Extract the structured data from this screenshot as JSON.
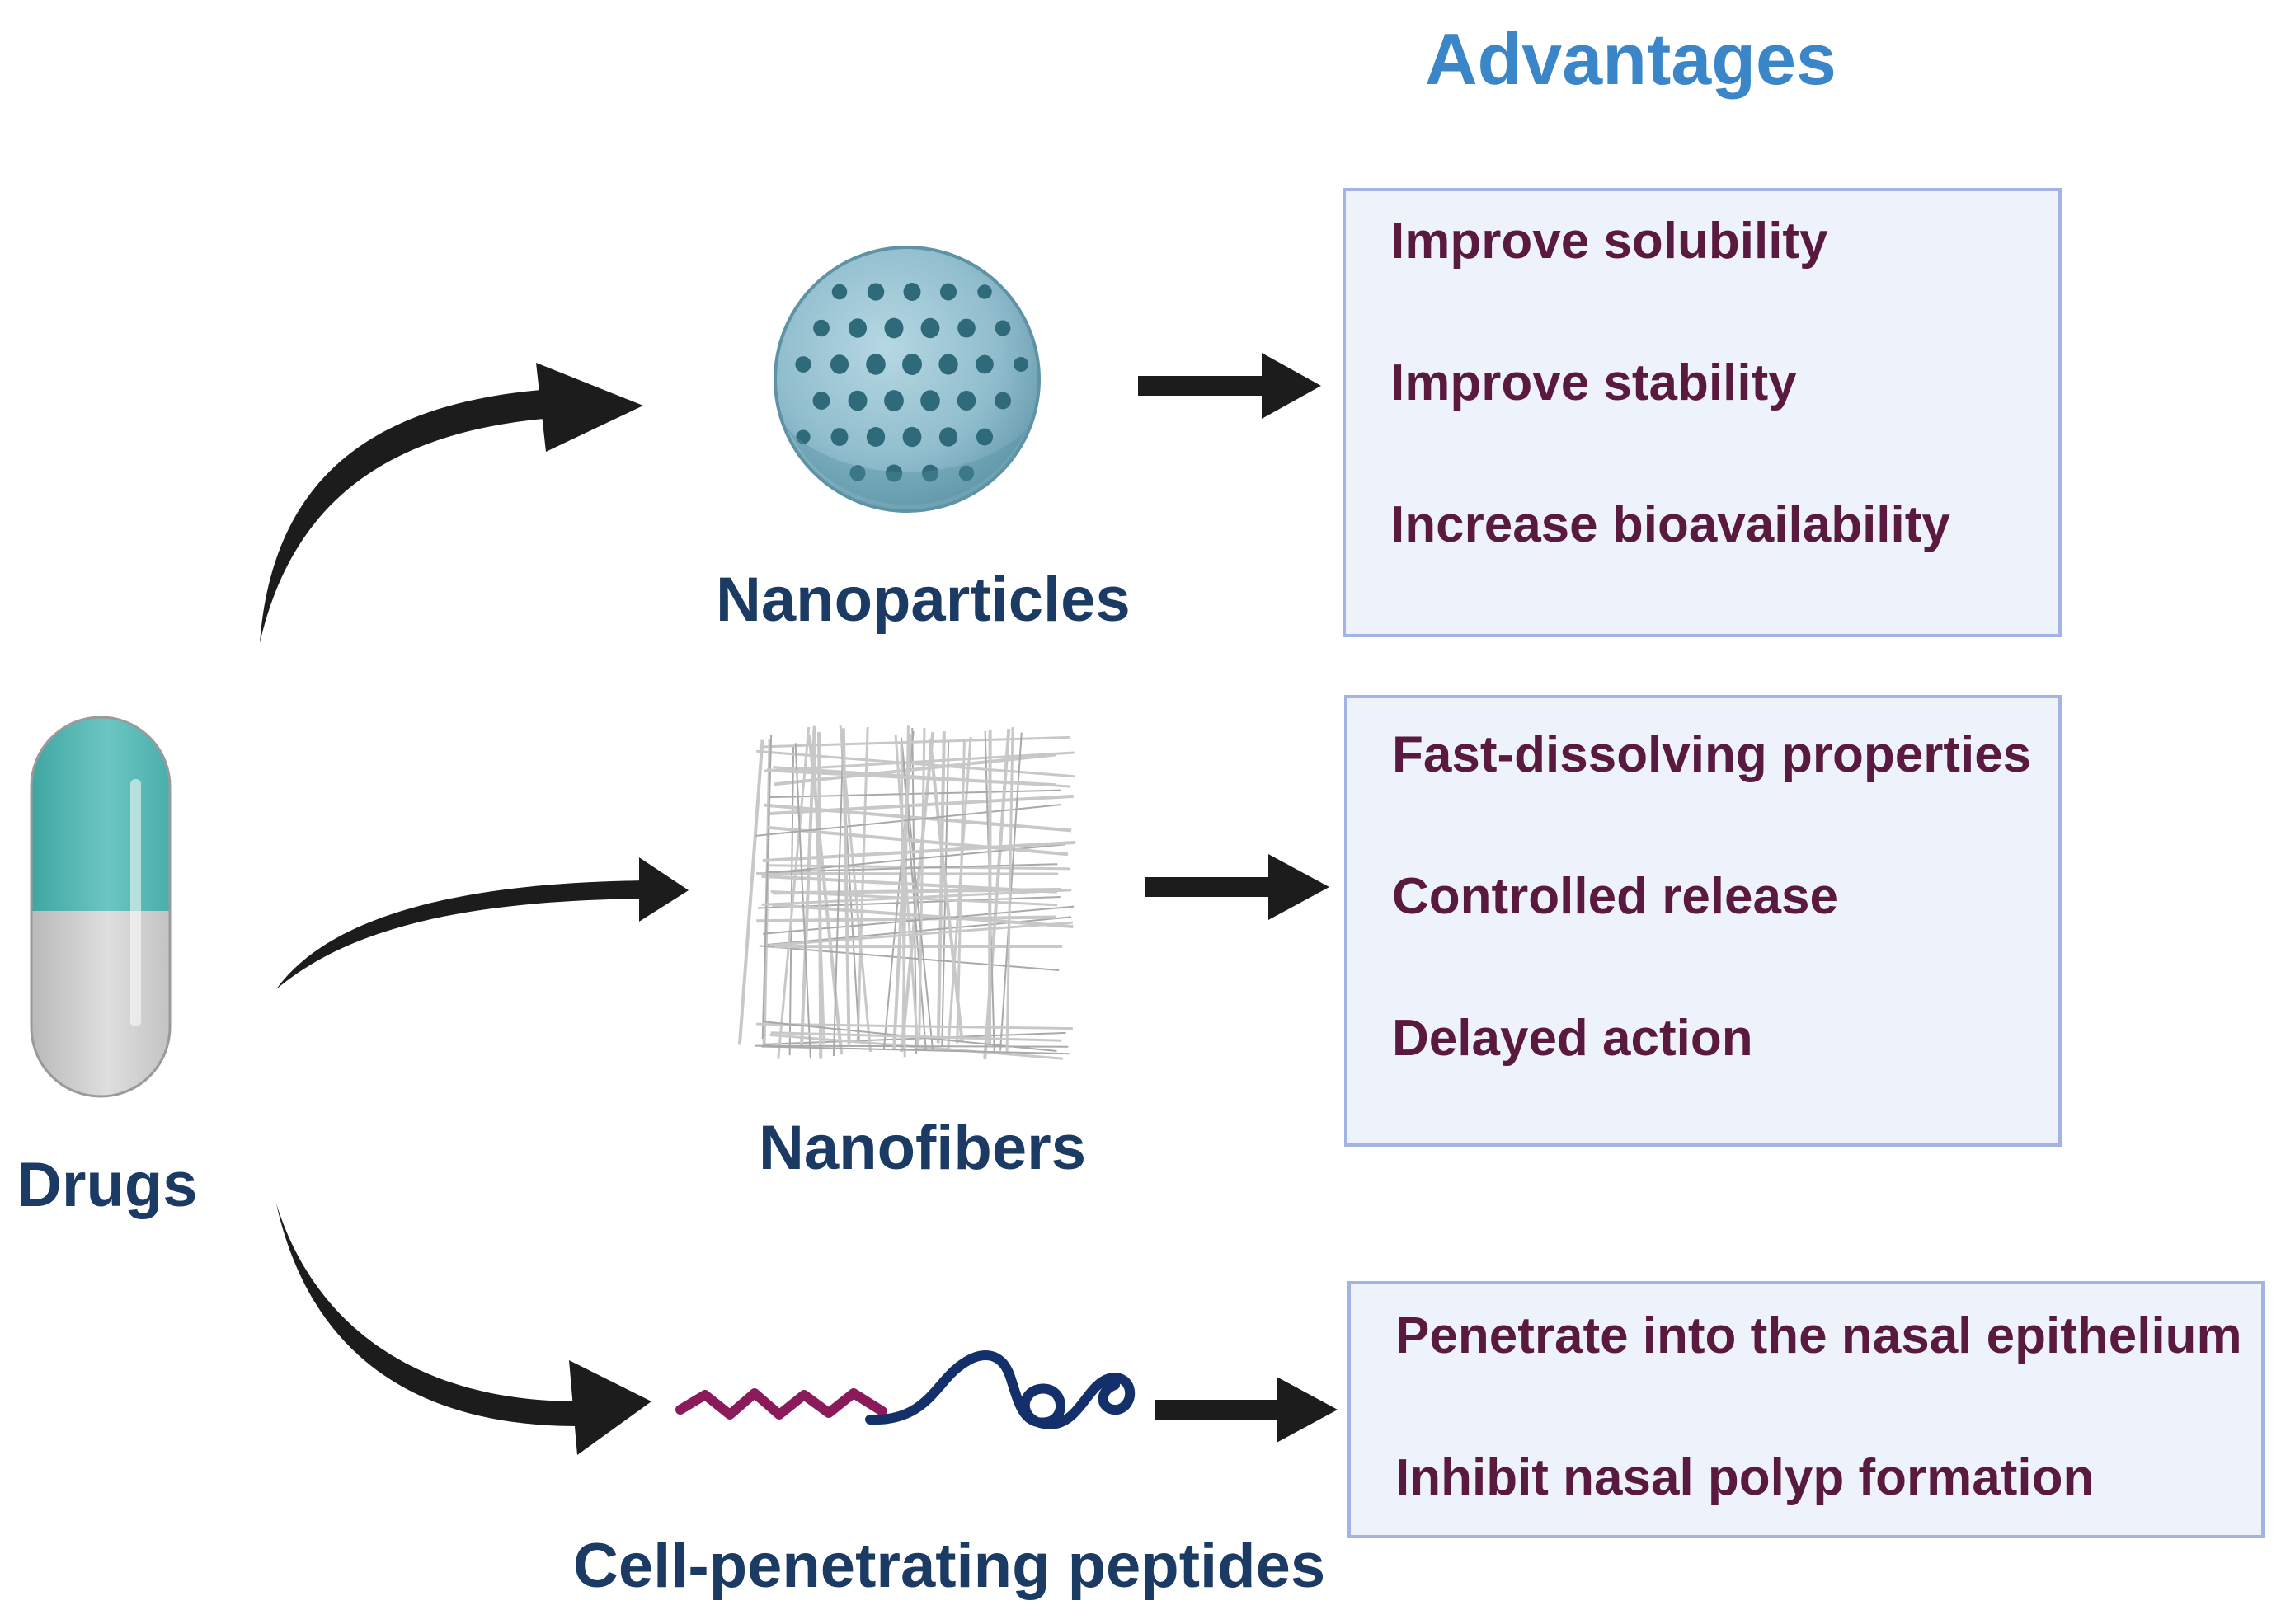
{
  "heading": "Advantages",
  "source_label": "Drugs",
  "carriers": [
    {
      "label": "Nanoparticles",
      "advantages": [
        "Improve solubility",
        "Improve stability",
        "Increase bioavailability"
      ]
    },
    {
      "label": "Nanofibers",
      "advantages": [
        "Fast-dissolving properties",
        "Controlled release",
        "Delayed action"
      ]
    },
    {
      "label": "Cell-penetrating peptides",
      "advantages": [
        "Penetrate into the nasal epithelium",
        "Inhibit nasal polyp formation"
      ]
    }
  ],
  "colors": {
    "label_text": "#1b3a64",
    "heading_text": "#3b86c8",
    "advantage_text": "#5a1a40",
    "box_fill": "#eef2fb",
    "box_border": "#a3b4e4",
    "arrow": "#222222",
    "capsule_teal": "#5dbdb9",
    "capsule_grey": "#d2d2d2",
    "sphere": "#8fbccc",
    "sphere_dots": "#2e6a7a",
    "peptide_tail": "#8a1a5a",
    "peptide_chain": "#14306b"
  }
}
